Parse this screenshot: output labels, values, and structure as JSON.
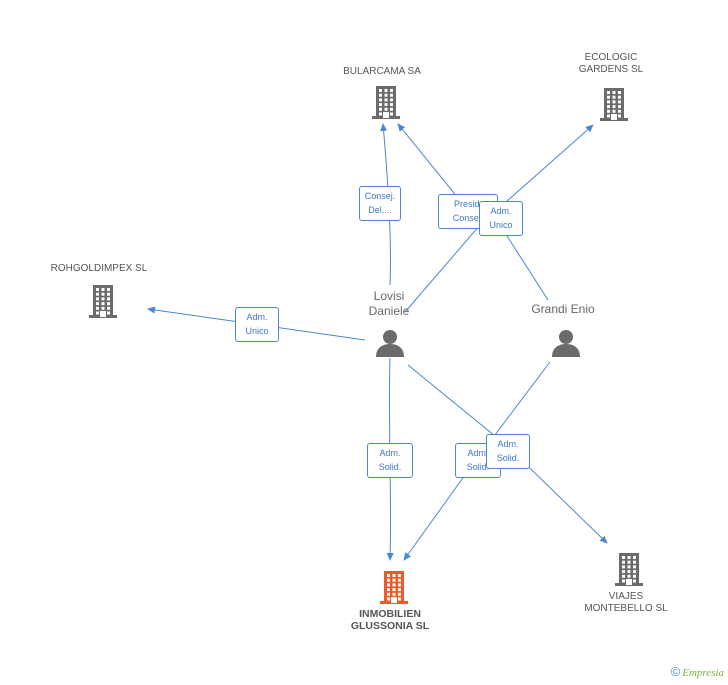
{
  "colors": {
    "edge": "#4a86d4",
    "company": "#6b6b6b",
    "focus_company": "#f05a2a",
    "person": "#6b6b6b"
  },
  "nodes": {
    "bularcama": {
      "label": "BULARCAMA SA",
      "type": "company"
    },
    "ecologic": {
      "label": "ECOLOGIC\nGARDENS  SL",
      "type": "company"
    },
    "rohgoldimpex": {
      "label": "ROHGOLDIMPEX SL",
      "type": "company"
    },
    "lovisi": {
      "label": "Lovisi\nDaniele",
      "type": "person"
    },
    "grandi": {
      "label": "Grandi Enio",
      "type": "person"
    },
    "inmobilien": {
      "label": "INMOBILIEN\nGLUSSONIA SL",
      "type": "focus-company"
    },
    "viajes": {
      "label": "VIAJES\nMONTEBELLO SL",
      "type": "company"
    }
  },
  "edges": {
    "lovisi_bularcama_consej": "Consej.\nDel....",
    "lovisi_bularcama_presid": "Presid.\nConsej.",
    "lovisi_ecologic": "Adm.\nUnico",
    "lovisi_rohgoldimpex": "Adm.\nUnico",
    "lovisi_inmobilien": "Adm.\nSolid.",
    "grandi_inmobilien": "Adm.\nSolid.",
    "lovisi_viajes": "Adm.\nSolid."
  },
  "footer": {
    "copyright_symbol": "©",
    "brand": "Empresia"
  }
}
